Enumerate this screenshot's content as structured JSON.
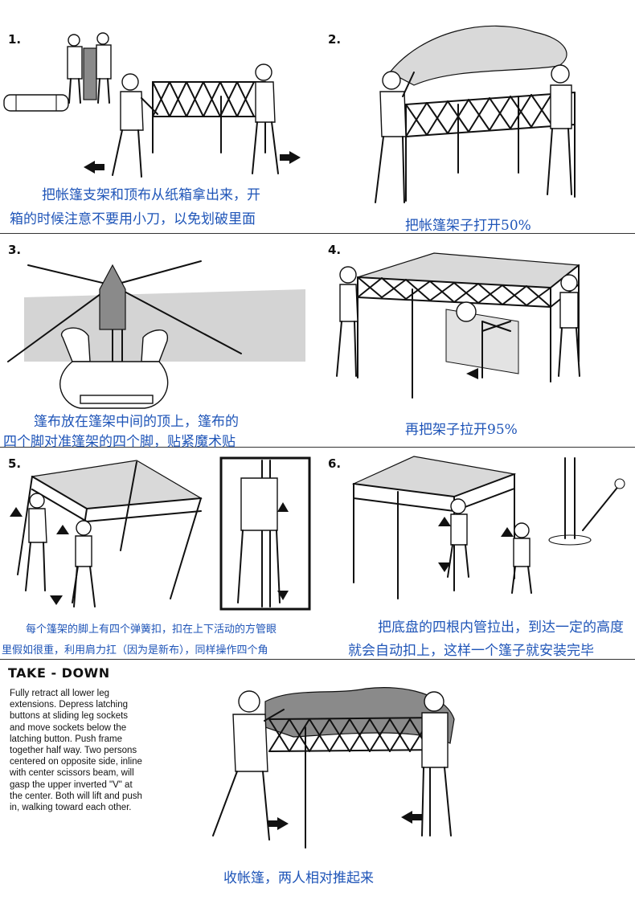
{
  "steps": [
    {
      "num": "1.",
      "text_lines": [
        "把帐篷支架和顶布从纸箱拿出来，开",
        "箱的时候注意不要用小刀，以免划破里面"
      ]
    },
    {
      "num": "2.",
      "text_lines": [
        "把帐篷架子打开50%"
      ]
    },
    {
      "num": "3.",
      "text_lines": [
        "篷布放在篷架中间的顶上，篷布的",
        "四个脚对准篷架的四个脚，贴紧魔术贴"
      ]
    },
    {
      "num": "4.",
      "text_lines": [
        "再把架子拉开95%"
      ]
    },
    {
      "num": "5.",
      "text_lines": [
        "每个篷架的脚上有四个弹簧扣，扣在上下活动的方管眼",
        "里假如很重，利用肩力扛（因为是新布），同样操作四个角"
      ]
    },
    {
      "num": "6.",
      "text_lines": [
        "把底盘的四根内管拉出，到达一定的高度",
        "就会自动扣上，这样一个篷子就安装完毕"
      ]
    }
  ],
  "takedown": {
    "title": "TAKE - DOWN",
    "lines": [
      "Fully retract all lower leg",
      "extensions. Depress latching",
      "buttons at sliding leg sockets",
      "and move sockets below the",
      "latching button. Push frame",
      "together half way. Two persons",
      "centered on opposite side, inline",
      "with center scissors beam, will",
      "gasp the upper inverted \"V\" at",
      "the center. Both will lift and push",
      "in, walking toward each other."
    ],
    "caption": "收帐篷，两人相对推起来"
  }
}
